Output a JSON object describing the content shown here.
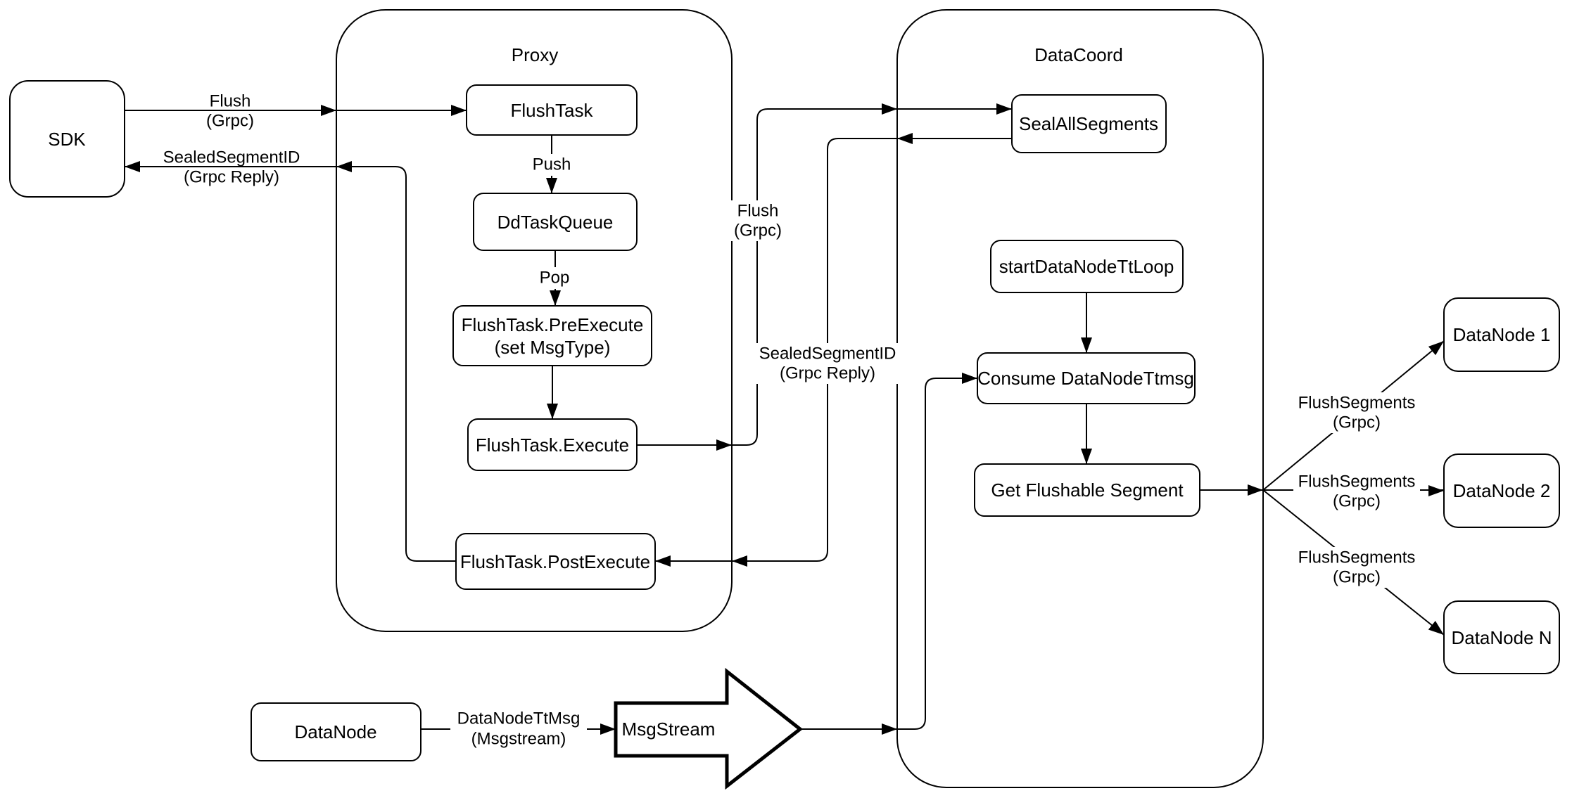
{
  "diagram": {
    "type": "flowchart",
    "colors": {
      "line": "#000000",
      "node_fill": "#ffffff",
      "background": "#ffffff",
      "text": "#000000"
    }
  },
  "containers": {
    "proxy": {
      "label": "Proxy"
    },
    "datacoord": {
      "label": "DataCoord"
    }
  },
  "nodes": {
    "sdk": {
      "label": "SDK"
    },
    "flush_task": {
      "label": "FlushTask"
    },
    "dd_task_queue": {
      "label": "DdTaskQueue"
    },
    "pre_execute": {
      "line1": "FlushTask.PreExecute",
      "line2": "(set MsgType)"
    },
    "execute": {
      "label": "FlushTask.Execute"
    },
    "post_execute": {
      "label": "FlushTask.PostExecute"
    },
    "seal_all_segments": {
      "label": "SealAllSegments"
    },
    "start_datanode_tt_loop": {
      "label": "startDataNodeTtLoop"
    },
    "consume_datanode_ttmsg": {
      "label": "Consume DataNodeTtmsg"
    },
    "get_flushable_segment": {
      "label": "Get Flushable Segment"
    },
    "datanode_1": {
      "label": "DataNode 1"
    },
    "datanode_2": {
      "label": "DataNode 2"
    },
    "datanode_n": {
      "label": "DataNode N"
    },
    "datanode": {
      "label": "DataNode"
    },
    "msgstream": {
      "label": "MsgStream"
    }
  },
  "edges": {
    "flush_request": {
      "line1": "Flush",
      "line2": "(Grpc)"
    },
    "sealed_reply": {
      "line1": "SealedSegmentID",
      "line2": "(Grpc Reply)"
    },
    "flush_mid": {
      "line1": "Flush",
      "line2": "(Grpc)"
    },
    "sealed_mid": {
      "line1": "SealedSegmentID",
      "line2": "(Grpc Reply)"
    },
    "push": {
      "label": "Push"
    },
    "pop": {
      "label": "Pop"
    },
    "datanode_ttmsg": {
      "line1": "DataNodeTtMsg",
      "line2": "(Msgstream)"
    },
    "flush_segments_1": {
      "line1": "FlushSegments",
      "line2": "(Grpc)"
    },
    "flush_segments_2": {
      "line1": "FlushSegments",
      "line2": "(Grpc)"
    },
    "flush_segments_3": {
      "line1": "FlushSegments",
      "line2": "(Grpc)"
    }
  }
}
